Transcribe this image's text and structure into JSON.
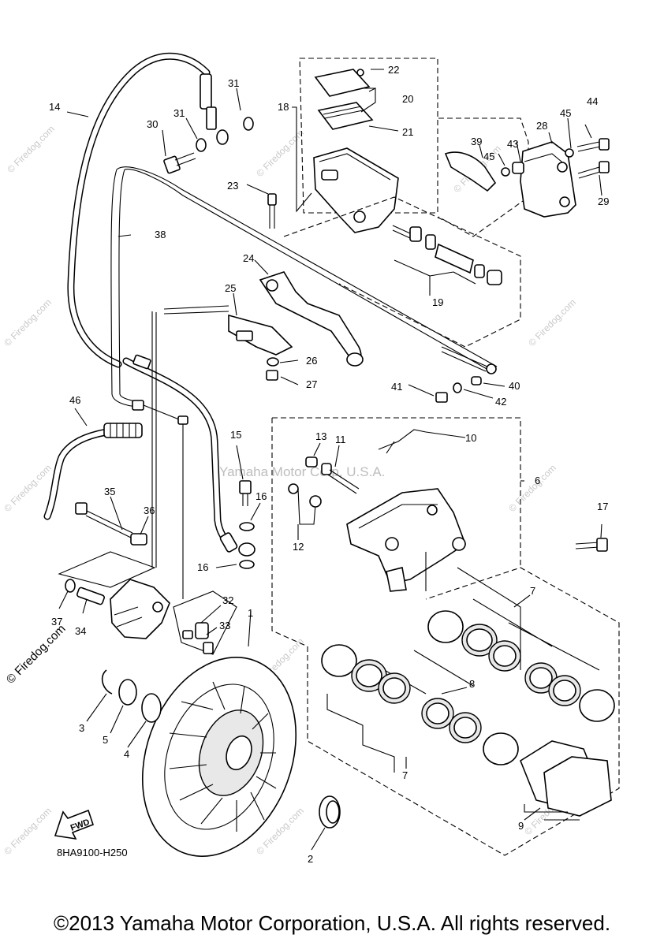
{
  "diagram_code": "8HA9100-H250",
  "fwd_label": "FWD",
  "watermark": "Yamaha Motor Corp, U.S.A.",
  "site_watermark": "© Firedog.com",
  "copyright": "©2013 Yamaha Motor Corporation, U.S.A. All rights reserved.",
  "callouts": {
    "c1": "1",
    "c2": "2",
    "c3": "3",
    "c4": "4",
    "c5": "5",
    "c6": "6",
    "c7a": "7",
    "c7b": "7",
    "c8": "8",
    "c9": "9",
    "c10": "10",
    "c11": "11",
    "c12": "12",
    "c13": "13",
    "c14": "14",
    "c15": "15",
    "c16a": "16",
    "c16b": "16",
    "c17": "17",
    "c18": "18",
    "c19": "19",
    "c20": "20",
    "c21": "21",
    "c22": "22",
    "c23": "23",
    "c24": "24",
    "c25": "25",
    "c26": "26",
    "c27": "27",
    "c28": "28",
    "c29": "29",
    "c30": "30",
    "c31a": "31",
    "c31b": "31",
    "c32": "32",
    "c33": "33",
    "c34": "34",
    "c35": "35",
    "c36": "36",
    "c37": "37",
    "c38": "38",
    "c39": "39",
    "c40": "40",
    "c41": "41",
    "c42": "42",
    "c43": "43",
    "c44": "44",
    "c45a": "45",
    "c45b": "45",
    "c46": "46"
  }
}
